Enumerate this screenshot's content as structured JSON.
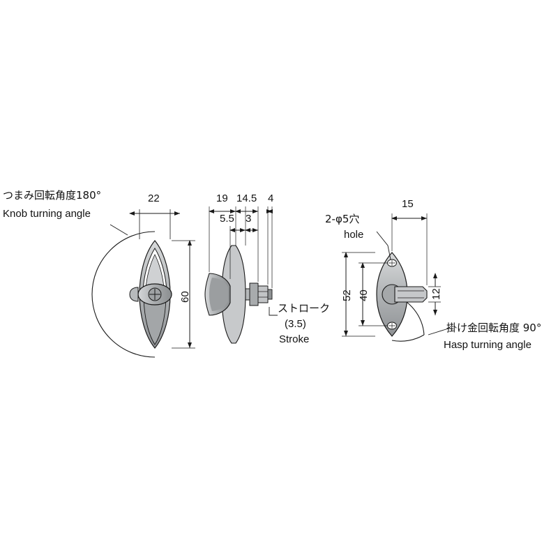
{
  "figure": {
    "type": "technical-drawing",
    "subject": "T-handle knob lock with hasp — three orthographic views with dimensions",
    "background_color": "#ffffff",
    "line_color": "#1a1a1a",
    "part_fill_color": "#b9bcbe"
  },
  "annotations": {
    "knob_turning_angle_jp": "つまみ回転角度180°",
    "knob_turning_angle_en": "Knob turning angle",
    "hasp_turning_angle_jp": "掛け金回転角度 90°",
    "hasp_turning_angle_en": "Hasp turning angle",
    "stroke_jp": "ストローク",
    "stroke_value": "(3.5)",
    "stroke_en": "Stroke",
    "holes_jp": "2-φ5穴",
    "holes_en": "hole"
  },
  "dimensions": {
    "front_view": {
      "width_22": "22",
      "height_60": "60"
    },
    "side_view": {
      "d_19": "19",
      "d_14_5": "14.5",
      "d_4": "4",
      "d_5_5": "5.5",
      "d_3": "3"
    },
    "rear_view": {
      "d_15": "15",
      "d_12": "12",
      "d_52": "52",
      "d_40": "40"
    }
  },
  "chart_data": {
    "type": "table",
    "title": "Dimension callouts (mm)",
    "categories": [
      "22",
      "60",
      "19",
      "14.5",
      "4",
      "5.5",
      "3",
      "15",
      "12",
      "52",
      "40",
      "3.5"
    ],
    "values": [
      22,
      60,
      19,
      14.5,
      4,
      5.5,
      3,
      15,
      12,
      52,
      40,
      3.5
    ]
  }
}
